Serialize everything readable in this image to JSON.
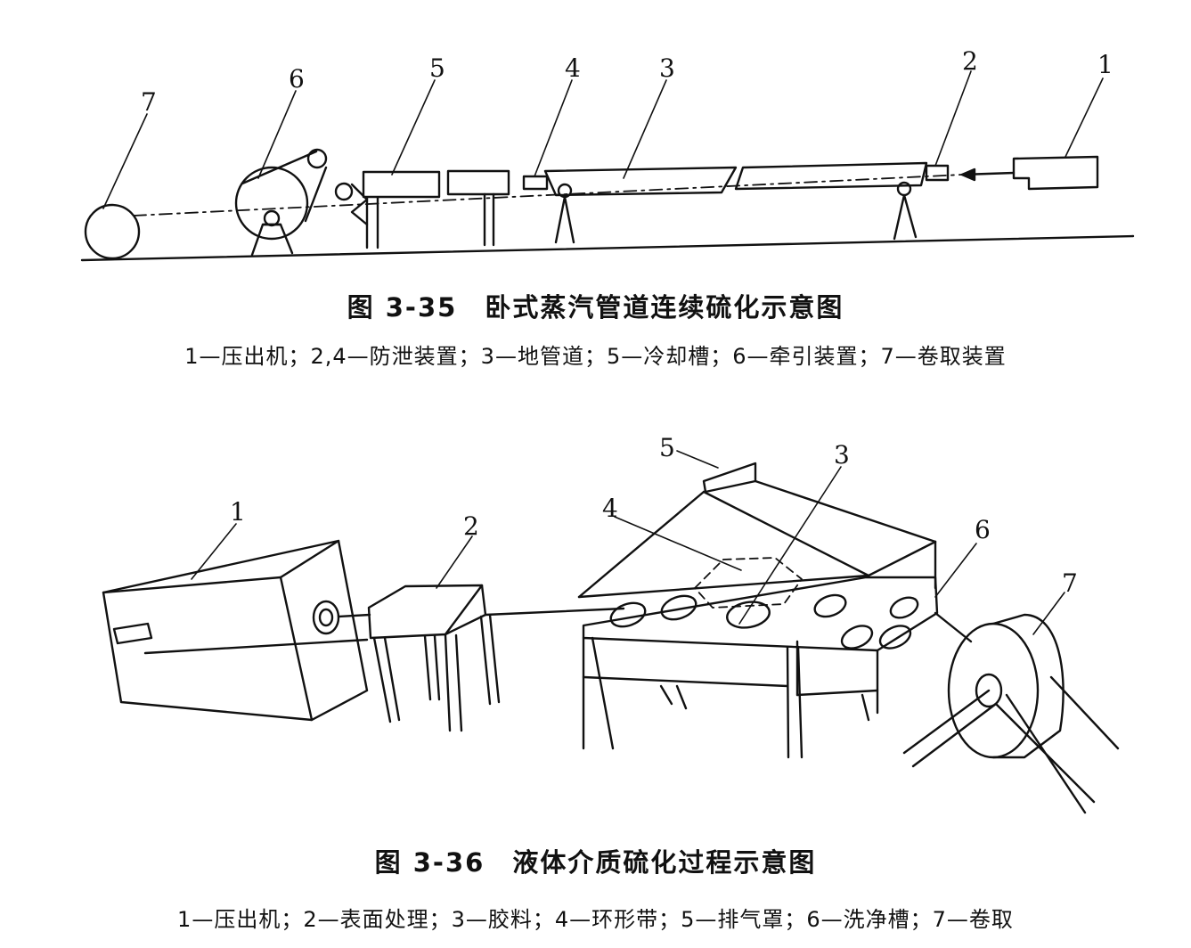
{
  "figure_35": {
    "caption": "图 3-35　卧式蒸汽管道连续硫化示意图",
    "legend": "1—压出机；2,4—防泄装置；3—地管道；5—冷却槽；6—牵引装置；7—卷取装置",
    "callouts": [
      "1",
      "2",
      "3",
      "4",
      "5",
      "6",
      "7"
    ]
  },
  "figure_36": {
    "caption": "图 3-36　液体介质硫化过程示意图",
    "legend": "1—压出机；2—表面处理；3—胶料；4—环形带；5—排气罩；6—洗净槽；7—卷取",
    "callouts": [
      "1",
      "2",
      "3",
      "4",
      "5",
      "6",
      "7"
    ]
  }
}
